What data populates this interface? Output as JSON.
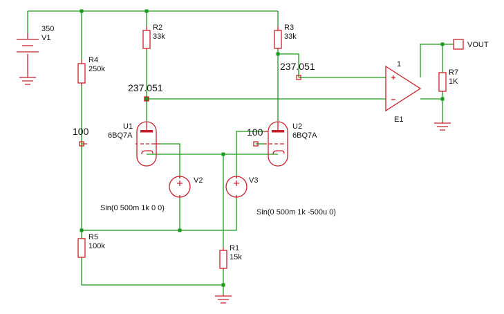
{
  "components": {
    "v1": {
      "name": "V1",
      "value": "350"
    },
    "r1": {
      "name": "R1",
      "value": "15k"
    },
    "r2": {
      "name": "R2",
      "value": "33k"
    },
    "r3": {
      "name": "R3",
      "value": "33k"
    },
    "r4": {
      "name": "R4",
      "value": "250k"
    },
    "r5": {
      "name": "R5",
      "value": "100k"
    },
    "r7": {
      "name": "R7",
      "value": "1K"
    },
    "u1": {
      "name": "U1",
      "type": "6BQ7A"
    },
    "u2": {
      "name": "U2",
      "type": "6BQ7A"
    },
    "v2": {
      "name": "V2",
      "function": "Sin(0 500m 1k 0 0)"
    },
    "v3": {
      "name": "V3",
      "function": "Sin(0 500m 1k -500u 0)"
    },
    "e1": {
      "name": "E1",
      "gain": "1"
    }
  },
  "ports": {
    "vout": "VOUT"
  },
  "nodes": {
    "u1_plate": "237.051",
    "u2_plate": "237.051",
    "u1_grid": "100",
    "u2_grid": "100"
  },
  "colors": {
    "wire": "#1a9a1a",
    "component": "#c8202a",
    "background": "#ffffff"
  }
}
